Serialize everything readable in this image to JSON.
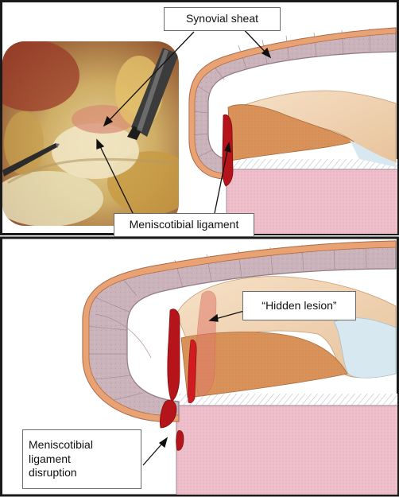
{
  "labels": {
    "synovial_sheath": "Synovial sheat",
    "meniscotibial_ligament": "Meniscotibial ligament",
    "hidden_lesion": "“Hidden lesion”",
    "ligament_disruption": "Meniscotibial\nligament\ndisruption"
  },
  "colors": {
    "frame": "#1a1a1a",
    "capsule": "#c9b1ba",
    "capsule_edge": "#8f7a85",
    "synovium": "#e9a273",
    "meniscus_light": "#f2d4b2",
    "meniscus_tan": "#d9935a",
    "ligament_red": "#b5141a",
    "cartilage": "#e7eef5",
    "bone_pink": "#eab6c4",
    "fluid_blue": "#d8e8f0"
  }
}
